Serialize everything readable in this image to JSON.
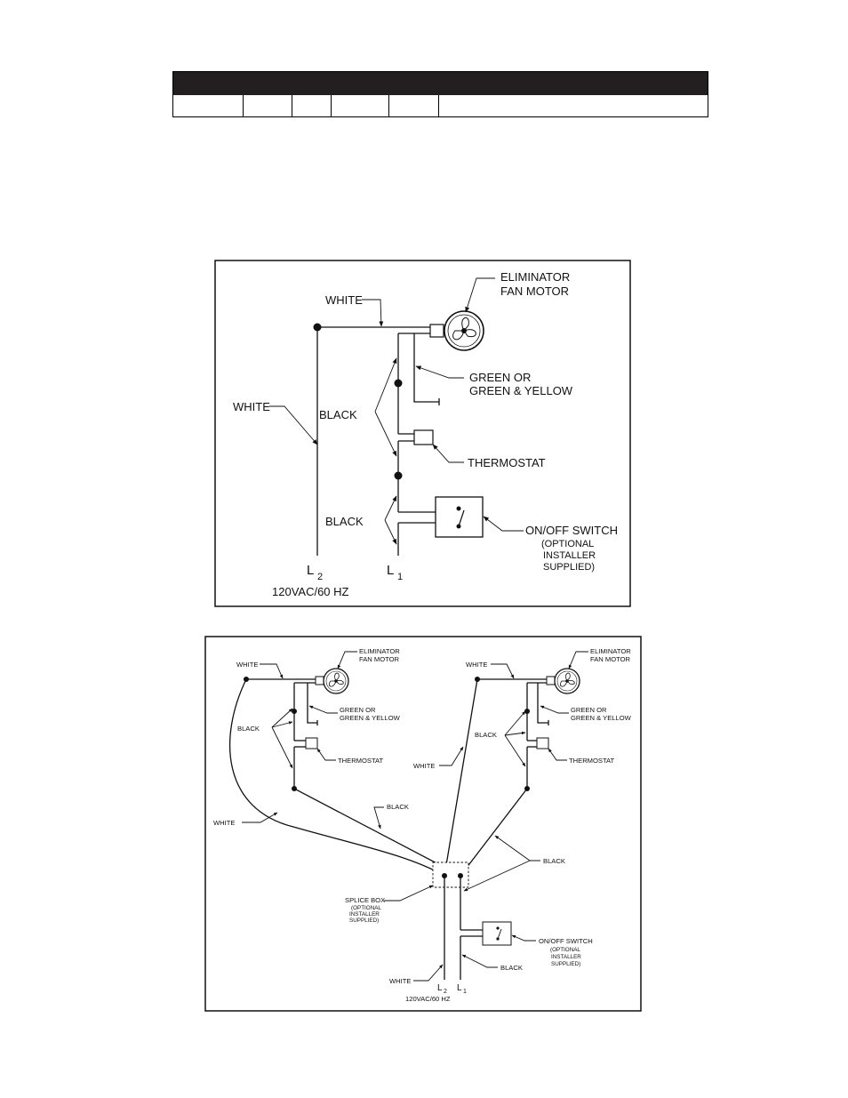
{
  "diagram1": {
    "labels": {
      "eliminator": "ELIMINATOR",
      "fan_motor": "FAN MOTOR",
      "white_top": "WHITE",
      "white_left": "WHITE",
      "green_or": "GREEN OR",
      "green_yellow": "GREEN & YELLOW",
      "black_upper": "BLACK",
      "thermostat": "THERMOSTAT",
      "black_lower": "BLACK",
      "switch": "ON/OFF SWITCH",
      "optional": "(OPTIONAL",
      "installer": "INSTALLER",
      "supplied": "SUPPLIED)",
      "l2": "L",
      "l2_sub": "2",
      "l1": "L",
      "l1_sub": "1",
      "power": "120VAC/60 HZ"
    }
  },
  "diagram2": {
    "left": {
      "eliminator": "ELIMINATOR",
      "fan_motor": "FAN MOTOR",
      "white_top": "WHITE",
      "green_or": "GREEN OR",
      "green_yellow": "GREEN & YELLOW",
      "black": "BLACK",
      "thermostat": "THERMOSTAT",
      "white_curve": "WHITE",
      "black_diag": "BLACK"
    },
    "right": {
      "eliminator": "ELIMINATOR",
      "fan_motor": "FAN MOTOR",
      "white_top": "WHITE",
      "green_or": "GREEN OR",
      "green_yellow": "GREEN & YELLOW",
      "black": "BLACK",
      "thermostat": "THERMOSTAT",
      "white_diag": "WHITE",
      "black_diag": "BLACK"
    },
    "bottom": {
      "splice_box": "SPLICE BOX",
      "splice_optional": "(OPTIONAL",
      "splice_installer": "INSTALLER",
      "splice_supplied": "SUPPLIED)",
      "switch": "ON/OFF SWITCH",
      "optional": "(OPTIONAL",
      "installer": "INSTALLER",
      "supplied": "SUPPLIED)",
      "black": "BLACK",
      "white": "WHITE",
      "l2": "L",
      "l2_sub": "2",
      "l1": "L",
      "l1_sub": "1",
      "power": "120VAC/60 HZ"
    }
  }
}
